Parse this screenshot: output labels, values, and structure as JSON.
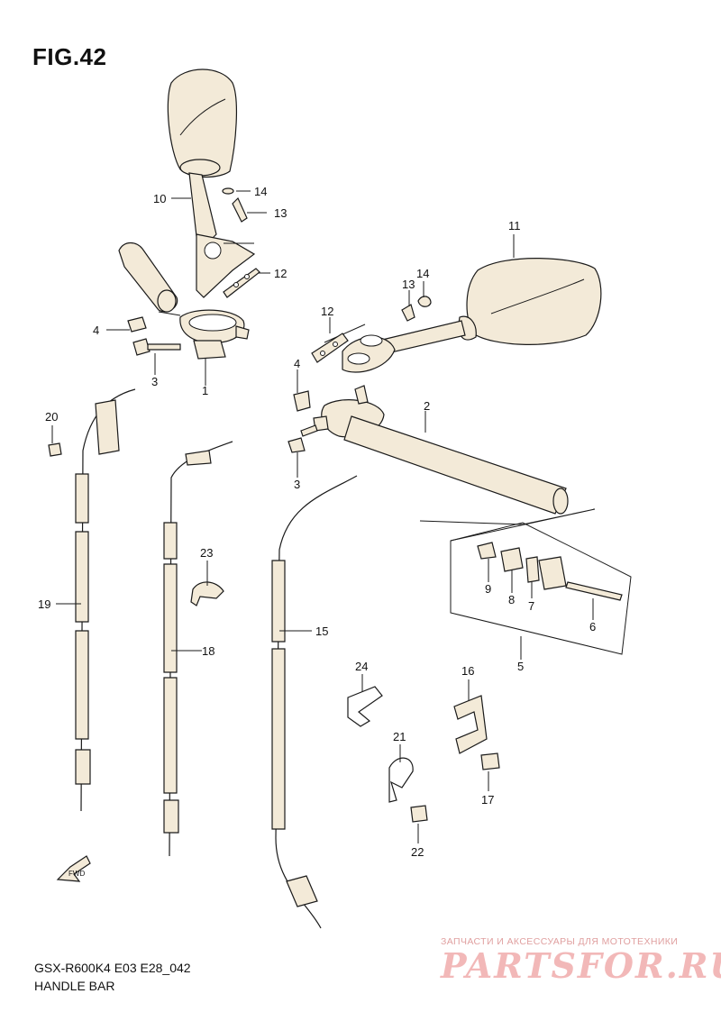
{
  "figure": {
    "title": "FIG.42",
    "model_code": "GSX-R600K4 E03 E28_042",
    "section_name": "HANDLE BAR",
    "fwd_label": "FWD"
  },
  "watermark": {
    "caption": "ЗАПЧАСТИ И АКСЕССУАРЫ ДЛЯ МОТОТЕХНИКИ",
    "brand": "PARTSFOR.RU"
  },
  "callouts": [
    "1",
    "2",
    "3",
    "3",
    "4",
    "4",
    "5",
    "6",
    "7",
    "8",
    "9",
    "10",
    "11",
    "12",
    "12",
    "13",
    "13",
    "14",
    "14",
    "15",
    "16",
    "17",
    "18",
    "19",
    "20",
    "21",
    "22",
    "23",
    "24"
  ],
  "colors": {
    "part_fill": "#f3ead8",
    "ink": "#1a1a1a",
    "watermark": "#f2b8b8"
  }
}
